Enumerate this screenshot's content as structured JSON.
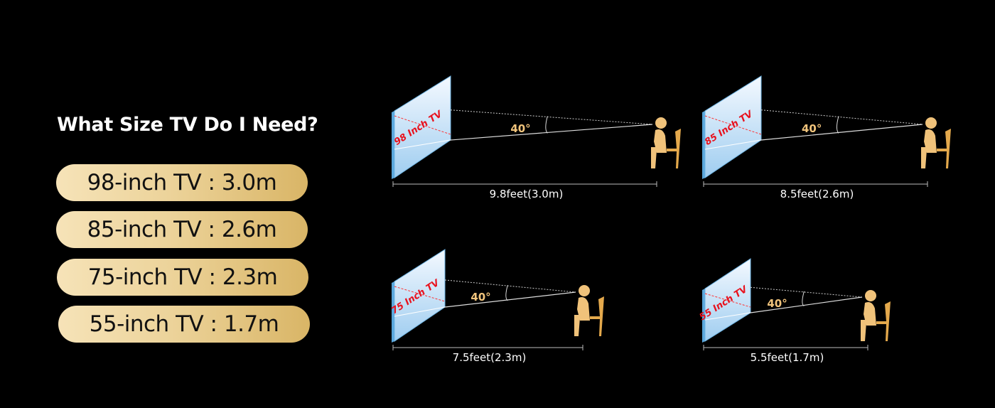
{
  "title": "What Size TV Do I Need?",
  "sizes": [
    {
      "label": "98-inch TV :  3.0m"
    },
    {
      "label": "85-inch TV :  2.6m"
    },
    {
      "label": "75-inch TV :  2.3m"
    },
    {
      "label": "55-inch TV :  1.7m"
    }
  ],
  "panels": [
    {
      "tv_label": "98 Inch TV",
      "angle": "40°",
      "distance": "9.8feet(3.0m)"
    },
    {
      "tv_label": "85 Inch TV",
      "angle": "40°",
      "distance": "8.5feet(2.6m)"
    },
    {
      "tv_label": "75 Inch TV",
      "angle": "40°",
      "distance": "7.5feet(2.3m)"
    },
    {
      "tv_label": "55 Inch TV",
      "angle": "40°",
      "distance": "5.5feet(1.7m)"
    }
  ],
  "colors": {
    "pill": "#e6c98a",
    "angle_text": "#f1c47c",
    "tv_text": "#e8121e",
    "person": "#f0c27a"
  }
}
